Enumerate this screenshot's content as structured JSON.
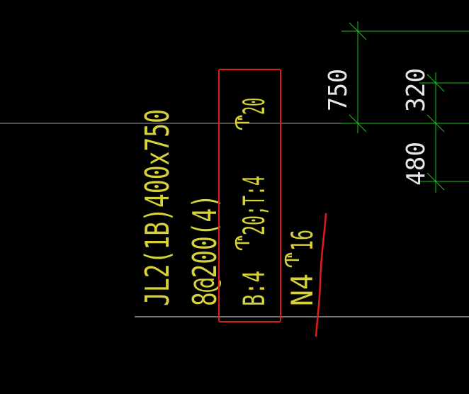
{
  "colors": {
    "background": "#000000",
    "annotation_text": "#d8d23a",
    "dimension_line": "#19c319",
    "dimension_text": "#e6e6e6",
    "axis_line": "#9a9a9a",
    "beam_line": "#e6e6e6",
    "highlight_box": "#e01b1b",
    "markup_stroke": "#e01b1b"
  },
  "beam_annotation": {
    "beam_label": "JL2(1B)400x750",
    "stirrup_label": "8@200(4)",
    "bottom_rebar": "B:4",
    "bottom_rebar_dia": "20;T:4",
    "top_rebar_dia": "20",
    "side_rebar": "N4",
    "side_rebar_dia": "16"
  },
  "dimensions": {
    "overall": "750",
    "upper": "320",
    "lower": "480"
  },
  "icons": {
    "rebar_symbol": "rebar-grade-symbol-icon"
  }
}
